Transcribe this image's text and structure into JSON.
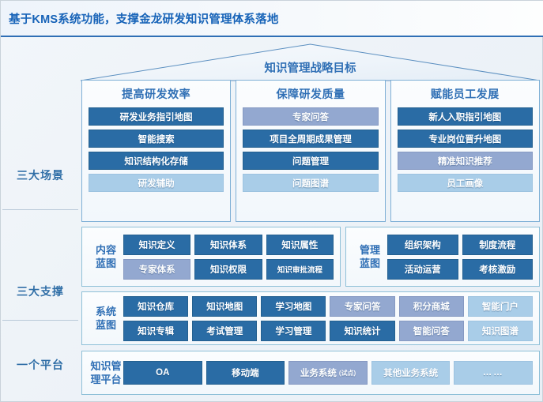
{
  "header": {
    "title": "基于KMS系统功能，支撑金龙研发知识管理体系落地",
    "accent_color": "#1763b8",
    "rule_color": "#2f6fb5"
  },
  "rail": {
    "scene_label": "三大场景",
    "support_label": "三大支撑",
    "platform_label": "一个平台"
  },
  "roof": {
    "title": "知识管理战略目标",
    "stroke_color": "#5b8fc0"
  },
  "palette": {
    "dark": "#2a6ca5",
    "mid": "#93a8d0",
    "light": "#a9cde8",
    "panel_border": "#8fc0d8",
    "scene_border": "#7fb0d6"
  },
  "scenes": [
    {
      "title": "提高研发效率",
      "items": [
        {
          "label": "研发业务指引地图",
          "tone": "dark"
        },
        {
          "label": "智能搜索",
          "tone": "dark"
        },
        {
          "label": "知识结构化存储",
          "tone": "dark"
        },
        {
          "label": "研发辅助",
          "tone": "light"
        }
      ]
    },
    {
      "title": "保障研发质量",
      "items": [
        {
          "label": "专家问答",
          "tone": "mid"
        },
        {
          "label": "项目全周期成果管理",
          "tone": "dark"
        },
        {
          "label": "问题管理",
          "tone": "dark"
        },
        {
          "label": "问题图谱",
          "tone": "light"
        }
      ]
    },
    {
      "title": "赋能员工发展",
      "items": [
        {
          "label": "新人入职指引地图",
          "tone": "dark"
        },
        {
          "label": "专业岗位晋升地图",
          "tone": "dark"
        },
        {
          "label": "精准知识推荐",
          "tone": "mid"
        },
        {
          "label": "员工画像",
          "tone": "light"
        }
      ]
    }
  ],
  "content_blueprint": {
    "label": "内容蓝图",
    "label_line1": "内容",
    "label_line2": "蓝图",
    "items": [
      {
        "label": "知识定义",
        "tone": "dark"
      },
      {
        "label": "知识体系",
        "tone": "dark"
      },
      {
        "label": "知识属性",
        "tone": "dark"
      },
      {
        "label": "专家体系",
        "tone": "mid"
      },
      {
        "label": "知识权限",
        "tone": "dark"
      },
      {
        "label": "知识审批流程",
        "tone": "dark"
      }
    ]
  },
  "management_blueprint": {
    "label": "管理蓝图",
    "label_line1": "管理",
    "label_line2": "蓝图",
    "items": [
      {
        "label": "组织架构",
        "tone": "dark"
      },
      {
        "label": "制度流程",
        "tone": "dark"
      },
      {
        "label": "活动运营",
        "tone": "dark"
      },
      {
        "label": "考核激励",
        "tone": "dark"
      }
    ]
  },
  "system_blueprint": {
    "label": "系统蓝图",
    "label_line1": "系统",
    "label_line2": "蓝图",
    "items": [
      {
        "label": "知识仓库",
        "tone": "dark"
      },
      {
        "label": "知识地图",
        "tone": "dark"
      },
      {
        "label": "学习地图",
        "tone": "dark"
      },
      {
        "label": "专家问答",
        "tone": "mid"
      },
      {
        "label": "积分商城",
        "tone": "mid"
      },
      {
        "label": "智能门户",
        "tone": "light"
      },
      {
        "label": "知识专辑",
        "tone": "dark"
      },
      {
        "label": "考试管理",
        "tone": "dark"
      },
      {
        "label": "学习管理",
        "tone": "dark"
      },
      {
        "label": "知识统计",
        "tone": "dark"
      },
      {
        "label": "智能问答",
        "tone": "mid"
      },
      {
        "label": "知识图谱",
        "tone": "light"
      }
    ]
  },
  "platform": {
    "label": "知识管理平台",
    "label_line1": "知识管",
    "label_line2": "理平台",
    "items": [
      {
        "label": "OA",
        "tone": "dark",
        "note": ""
      },
      {
        "label": "移动端",
        "tone": "dark",
        "note": ""
      },
      {
        "label": "业务系统",
        "tone": "mid",
        "note": "(试点)"
      },
      {
        "label": "其他业务系统",
        "tone": "light",
        "note": ""
      },
      {
        "label": "……",
        "tone": "light",
        "note": ""
      }
    ]
  }
}
